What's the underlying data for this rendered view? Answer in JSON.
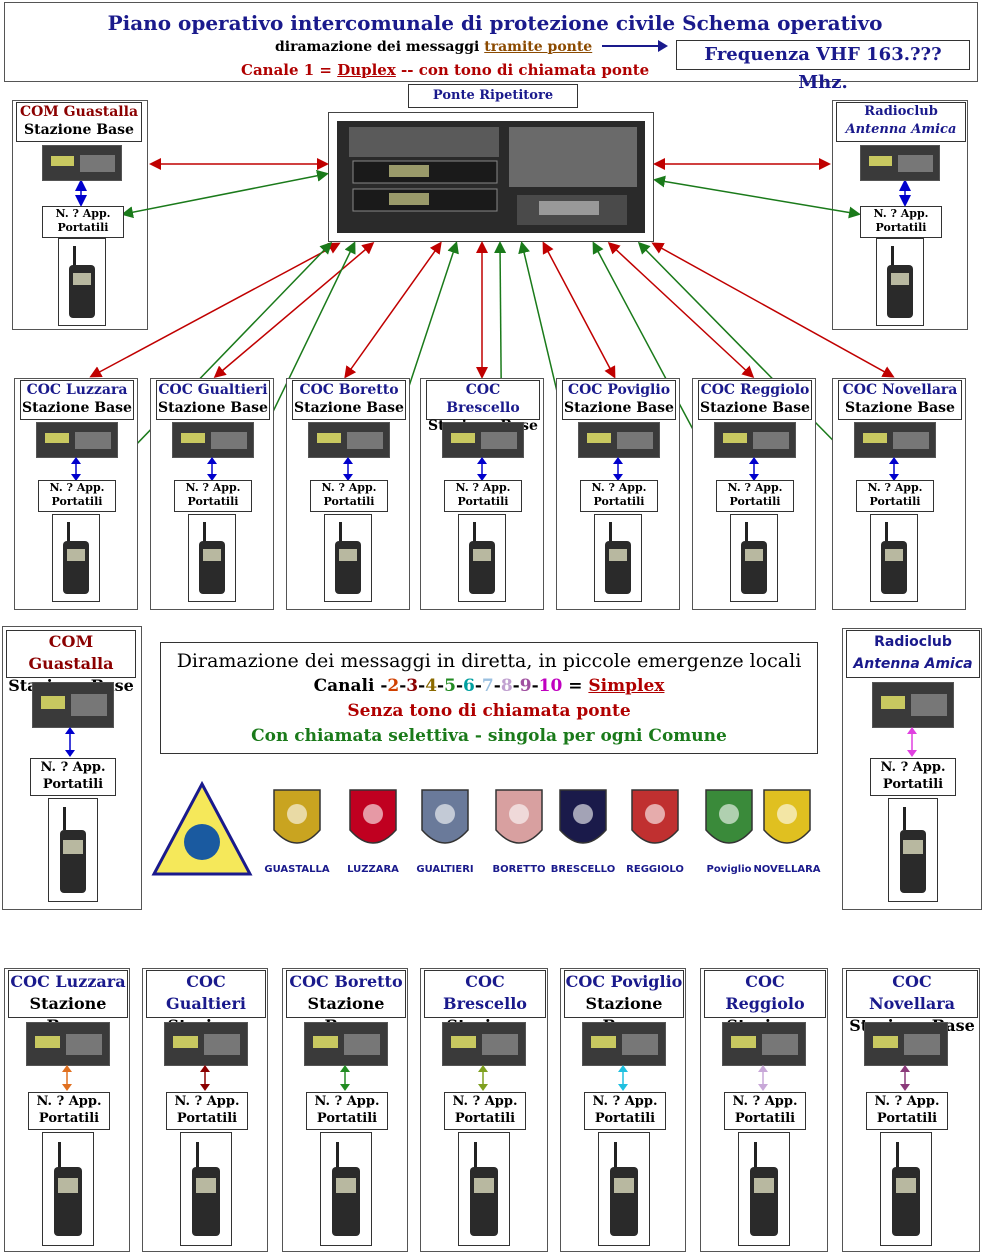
{
  "header": {
    "title": "Piano operativo intercomunale di protezione civile Schema operativo",
    "line2_prefix": "diramazione dei messaggi ",
    "line2_link": "tramite ponte",
    "frequency": "Frequenza VHF 163.??? Mhz.",
    "line3_prefix": "Canale 1 = ",
    "line3_link": "Duplex",
    "line3_suffix": " -- con tono di chiamata ponte"
  },
  "ponte": {
    "label": "Ponte Ripetitore"
  },
  "top_stations": [
    {
      "name": "COM Guastalla",
      "sub": "Stazione Base",
      "portatili": "N. ? App.\nPortatili"
    },
    {
      "name": "Radioclub",
      "sub": "Antenna Amica",
      "portatili": "N. ? App.\nPortatili"
    }
  ],
  "coc_stations": [
    {
      "name": "COC Luzzara",
      "sub": "Stazione Base"
    },
    {
      "name": "COC Gualtieri",
      "sub": "Stazione Base"
    },
    {
      "name": "COC Boretto",
      "sub": "Stazione Base"
    },
    {
      "name": "COC Brescello",
      "sub": "Stazione Base"
    },
    {
      "name": "COC Poviglio",
      "sub": "Stazione Base"
    },
    {
      "name": "COC Reggiolo",
      "sub": "Stazione Base"
    },
    {
      "name": "COC Novellara",
      "sub": "Stazione Base"
    }
  ],
  "portatili_label_1": "N. ? App.",
  "portatili_label_2": "Portatili",
  "middle": {
    "line1": "Diramazione dei messaggi in diretta, in piccole emergenze locali",
    "channels_prefix": "Canali ",
    "channels": [
      {
        "t": "-",
        "c": "#000000"
      },
      {
        "t": "2",
        "c": "#d04000"
      },
      {
        "t": "-",
        "c": "#000000"
      },
      {
        "t": "3",
        "c": "#8b0000"
      },
      {
        "t": "-",
        "c": "#000000"
      },
      {
        "t": "4",
        "c": "#8b6a00"
      },
      {
        "t": "-",
        "c": "#000000"
      },
      {
        "t": "5",
        "c": "#228b22"
      },
      {
        "t": "-",
        "c": "#000000"
      },
      {
        "t": "6",
        "c": "#00a0a0"
      },
      {
        "t": "-",
        "c": "#000000"
      },
      {
        "t": "7",
        "c": "#9bc0e0"
      },
      {
        "t": "-",
        "c": "#000000"
      },
      {
        "t": "8",
        "c": "#c0a0d0"
      },
      {
        "t": "-",
        "c": "#000000"
      },
      {
        "t": "9",
        "c": "#a050a0"
      },
      {
        "t": "-",
        "c": "#000000"
      },
      {
        "t": "10",
        "c": "#c000c0"
      }
    ],
    "channels_eq": " = ",
    "channels_link": "Simplex",
    "line3": "Senza tono di chiamata ponte",
    "line4": "Con chiamata selettiva - singola per ogni Comune"
  },
  "middle_stations": [
    {
      "name": "COM Guastalla",
      "sub": "Stazione Base"
    },
    {
      "name": "Radioclub",
      "sub": "Antenna Amica"
    }
  ],
  "logos": [
    "GUASTALLA",
    "LUZZARA",
    "GUALTIERI",
    "BORETTO",
    "BRESCELLO",
    "REGGIOLO",
    "Poviglio",
    "NOVELLARA"
  ],
  "bottom_arrow_colors": [
    "#e07020",
    "#8b0000",
    "#228b22",
    "#7fa020",
    "#20c0e0",
    "#c8a8d8",
    "#8b3a7a"
  ],
  "colors": {
    "red_arrow": "#c00000",
    "green_arrow": "#1a7a1a",
    "blue_arrow": "#0000cc",
    "magenta_arrow": "#e040e0",
    "title_blue": "#1a1a8c",
    "dark_red": "#8b0000"
  }
}
